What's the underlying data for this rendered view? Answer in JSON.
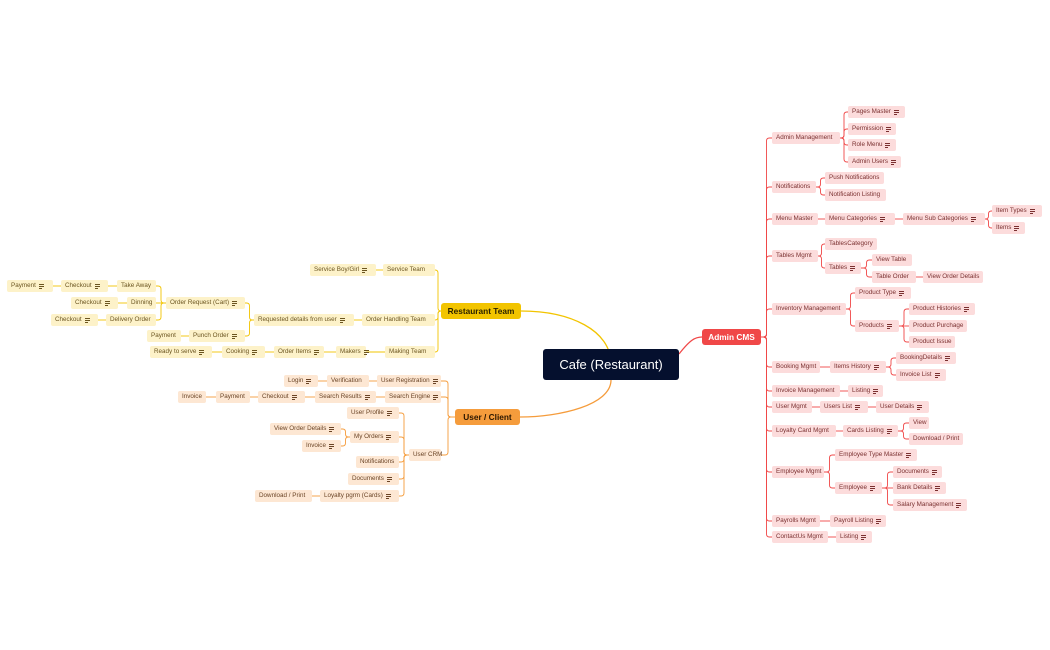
{
  "root": "Cafe (Restaurant)",
  "colors": {
    "yellow": "#f2c400",
    "orange": "#f59c3c",
    "red": "#f04848",
    "root_bg": "#05102e"
  },
  "icons": {
    "note": "note-lines-icon"
  },
  "branches": {
    "restaurant_team": {
      "label": "Restaurant Team",
      "nodes": {
        "service_team": {
          "label": "Service Team"
        },
        "service_boy": {
          "label": "Service Boy/Girl"
        },
        "order_handling": {
          "label": "Order Handling Team"
        },
        "requested_details": {
          "label": "Requested details from user"
        },
        "order_request": {
          "label": "Order Request (Cart)"
        },
        "take_away": {
          "label": "Take Away"
        },
        "checkout_ta": {
          "label": "Checkout"
        },
        "payment_ta": {
          "label": "Payment"
        },
        "dinning": {
          "label": "Dinning"
        },
        "checkout_di": {
          "label": "Checkout"
        },
        "delivery_order": {
          "label": "Delivery Order"
        },
        "checkout_do": {
          "label": "Checkout"
        },
        "punch_order": {
          "label": "Punch Order"
        },
        "payment_po": {
          "label": "Payment"
        },
        "making_team": {
          "label": "Making Team"
        },
        "makers": {
          "label": "Makers"
        },
        "order_items": {
          "label": "Order Items"
        },
        "cooking": {
          "label": "Cooking"
        },
        "ready_to_serve": {
          "label": "Ready to serve"
        }
      }
    },
    "user_client": {
      "label": "User / Client",
      "nodes": {
        "user_registration": {
          "label": "User Registration"
        },
        "verification": {
          "label": "Verification"
        },
        "login": {
          "label": "Login"
        },
        "search_engine": {
          "label": "Search Engine"
        },
        "search_results": {
          "label": "Search Results"
        },
        "checkout_se": {
          "label": "Checkout"
        },
        "payment_se": {
          "label": "Payment"
        },
        "invoice_se": {
          "label": "Invoice"
        },
        "user_crm": {
          "label": "User CRM"
        },
        "user_profile": {
          "label": "User Profile"
        },
        "my_orders": {
          "label": "My Orders"
        },
        "view_order_details": {
          "label": "View Order Details"
        },
        "invoice_mo": {
          "label": "Invoice"
        },
        "notifications": {
          "label": "Notifications"
        },
        "documents": {
          "label": "Documents"
        },
        "loyalty": {
          "label": "Loyalty pgrm (Cards)"
        },
        "download_print": {
          "label": "Download / Print"
        }
      }
    },
    "admin_cms": {
      "label": "Admin CMS",
      "nodes": {
        "admin_management": {
          "label": "Admin  Management"
        },
        "pages_master": {
          "label": "Pages Master"
        },
        "permission": {
          "label": "Permission"
        },
        "role_menu": {
          "label": "Role Menu"
        },
        "admin_users": {
          "label": "Admin Users"
        },
        "notifications": {
          "label": "Notifications"
        },
        "push_notifications": {
          "label": "Push Notifications"
        },
        "notification_listing": {
          "label": "Notification Listing"
        },
        "menu_master": {
          "label": "Menu Master"
        },
        "menu_categories": {
          "label": "Menu Categories"
        },
        "menu_sub_categories": {
          "label": "Menu Sub Categories"
        },
        "item_types": {
          "label": "Item Types"
        },
        "items": {
          "label": "Items"
        },
        "tables_mgmt": {
          "label": "Tables Mgmt"
        },
        "tables_category": {
          "label": "TablesCategory"
        },
        "tables": {
          "label": "Tables"
        },
        "view_table": {
          "label": "View Table"
        },
        "table_order": {
          "label": "Table Order"
        },
        "view_order_details": {
          "label": "View Order Details"
        },
        "inventory_management": {
          "label": "Inventory Management"
        },
        "product_type": {
          "label": "Product Type"
        },
        "products": {
          "label": "Products"
        },
        "product_histories": {
          "label": "Product Histories"
        },
        "product_purchage": {
          "label": "Product Purchage"
        },
        "product_issue": {
          "label": "Product Issue"
        },
        "booking_mgmt": {
          "label": "Booking Mgmt"
        },
        "items_history": {
          "label": "Items History"
        },
        "booking_details": {
          "label": "BookingDetails"
        },
        "invoice_list": {
          "label": "Invoice List"
        },
        "invoice_management": {
          "label": "Invoice Management"
        },
        "listing_im": {
          "label": "Listing"
        },
        "user_mgmt": {
          "label": "User Mgmt"
        },
        "users_list": {
          "label": "Users List"
        },
        "user_details": {
          "label": "User Details"
        },
        "loyalty_card_mgmt": {
          "label": "Loyalty Card Mgmt"
        },
        "cards_listing": {
          "label": "Cards Listing"
        },
        "view_lc": {
          "label": "View"
        },
        "download_print_lc": {
          "label": "Download / Print"
        },
        "employee_mgmt": {
          "label": "Employee Mgmt"
        },
        "employee_type_master": {
          "label": "Employee Type Master"
        },
        "employee": {
          "label": "Employee"
        },
        "documents": {
          "label": "Documents"
        },
        "bank_details": {
          "label": "Bank Details"
        },
        "salary_management": {
          "label": "Salary Management"
        },
        "payrolls_mgmt": {
          "label": "Payrolls Mgmt"
        },
        "payroll_listing": {
          "label": "Payroll Listing"
        },
        "contactus_mgmt": {
          "label": "ContactUs Mgmt"
        },
        "listing_cu": {
          "label": "Listing"
        }
      }
    }
  }
}
